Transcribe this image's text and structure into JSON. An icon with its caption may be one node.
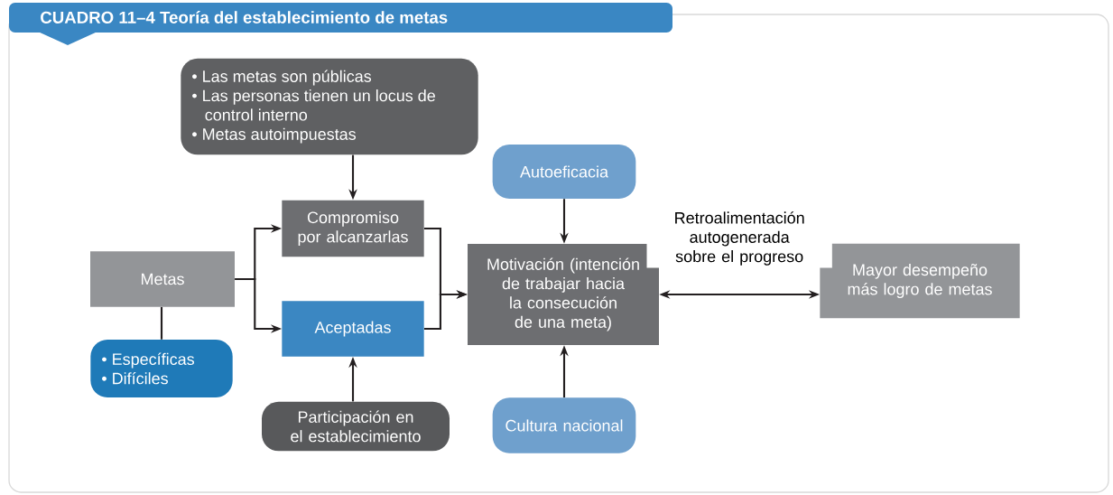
{
  "diagram": {
    "title": "CUADRO 11–4 Teoría del establecimiento de metas",
    "nodes": [
      {
        "text": [
          "• Las metas son públicas",
          "• Las personas tienen un locus de control interno",
          "• Metas autoimpuestas"
        ]
      },
      {
        "text": [
          "Compromiso por alcanzarlas"
        ]
      },
      {
        "text": [
          "Autoeficacia"
        ]
      },
      {
        "text": [
          "Metas"
        ]
      },
      {
        "text": [
          "Motivación (intención de trabajar hacia la consecución de una meta)"
        ]
      },
      {
        "text": [
          "Mayor desempeño más logro de metas"
        ]
      },
      {
        "text": [
          "Aceptadas"
        ]
      },
      {
        "text": [
          "• Específicas",
          "• Difíciles"
        ]
      },
      {
        "text": [
          "Participación en el establecimiento"
        ]
      },
      {
        "text": [
          "Cultura nacional"
        ]
      }
    ],
    "edges": [
      {
        "from": 0,
        "to": 1,
        "arrow": "to"
      },
      {
        "from": 3,
        "to": 1,
        "arrow": "to"
      },
      {
        "from": 3,
        "to": 6,
        "arrow": "to"
      },
      {
        "from": 3,
        "to": 7,
        "arrow": "none"
      },
      {
        "from": 1,
        "to": 4,
        "arrow": "to"
      },
      {
        "from": 6,
        "to": 4,
        "arrow": "to"
      },
      {
        "from": 8,
        "to": 6,
        "arrow": "to"
      },
      {
        "from": 2,
        "to": 4,
        "arrow": "to"
      },
      {
        "from": 9,
        "to": 4,
        "arrow": "to"
      },
      {
        "from": 4,
        "to": 5,
        "arrow": "both",
        "label": "Retroalimentación autogenerada sobre el progreso"
      }
    ]
  }
}
